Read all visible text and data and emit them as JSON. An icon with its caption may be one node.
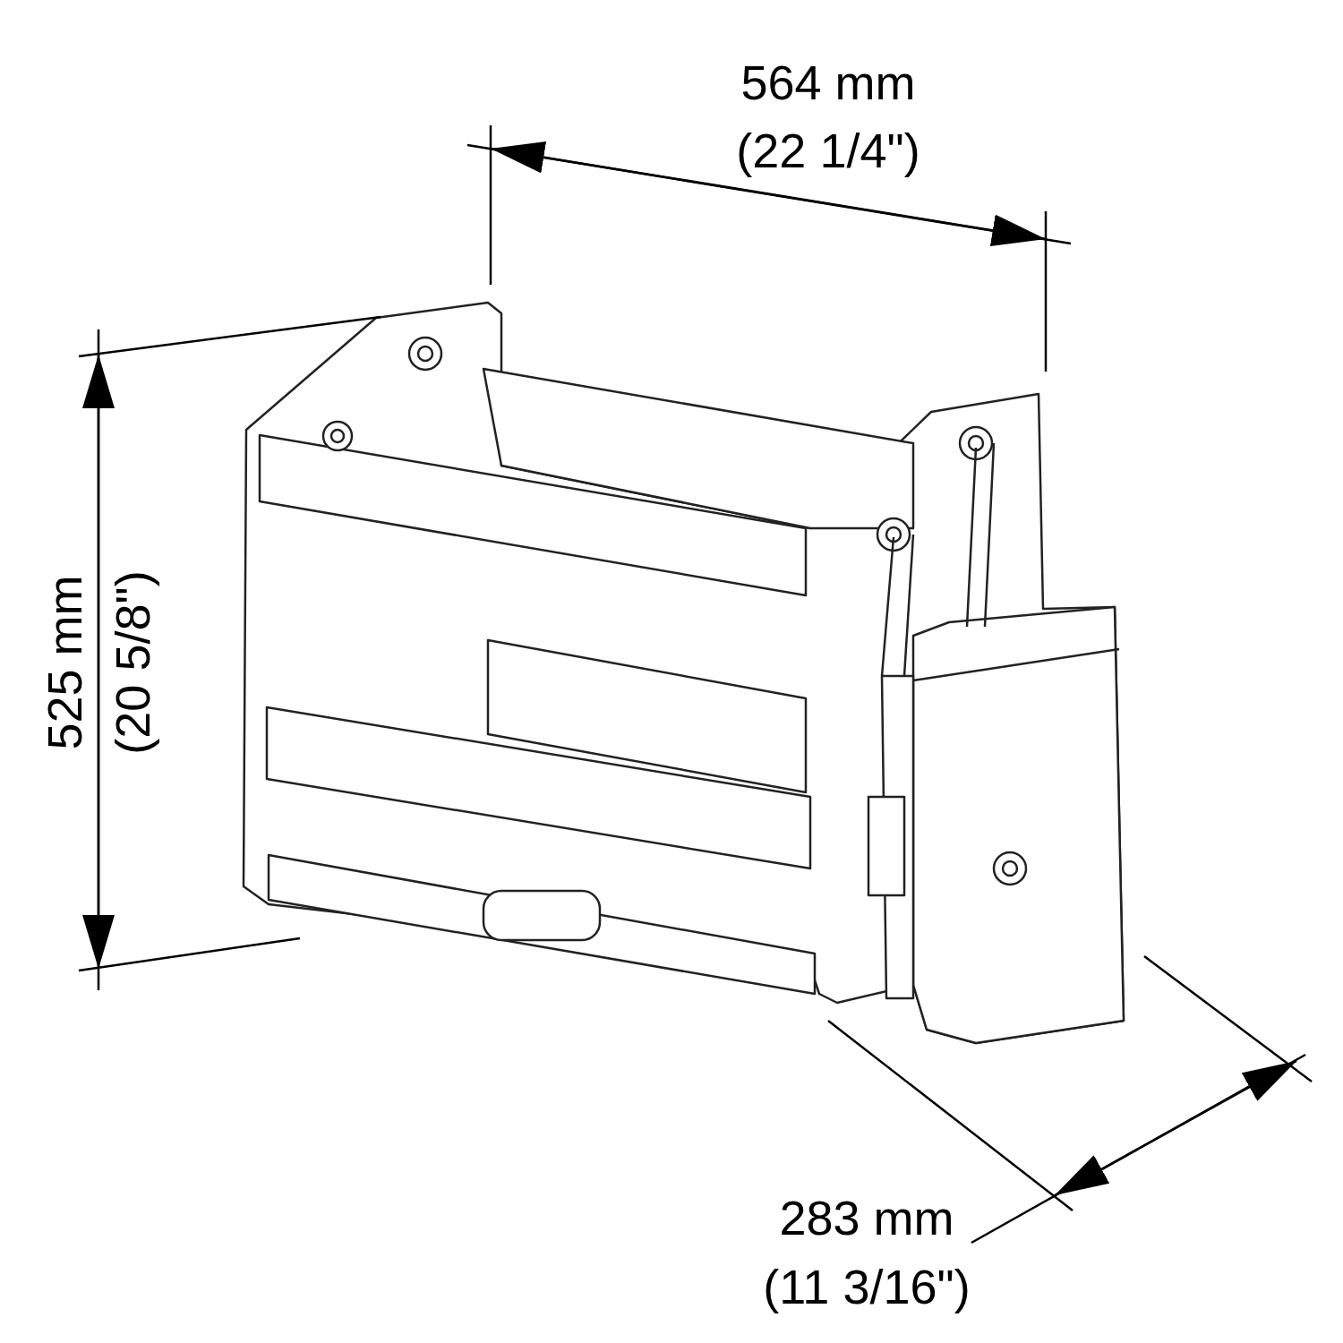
{
  "diagram": {
    "labels": [
      "564 mm",
      "(22 1/4\")",
      "525 mm",
      "(20 5/8\")",
      "283 mm",
      "(11 3/16\")"
    ]
  }
}
